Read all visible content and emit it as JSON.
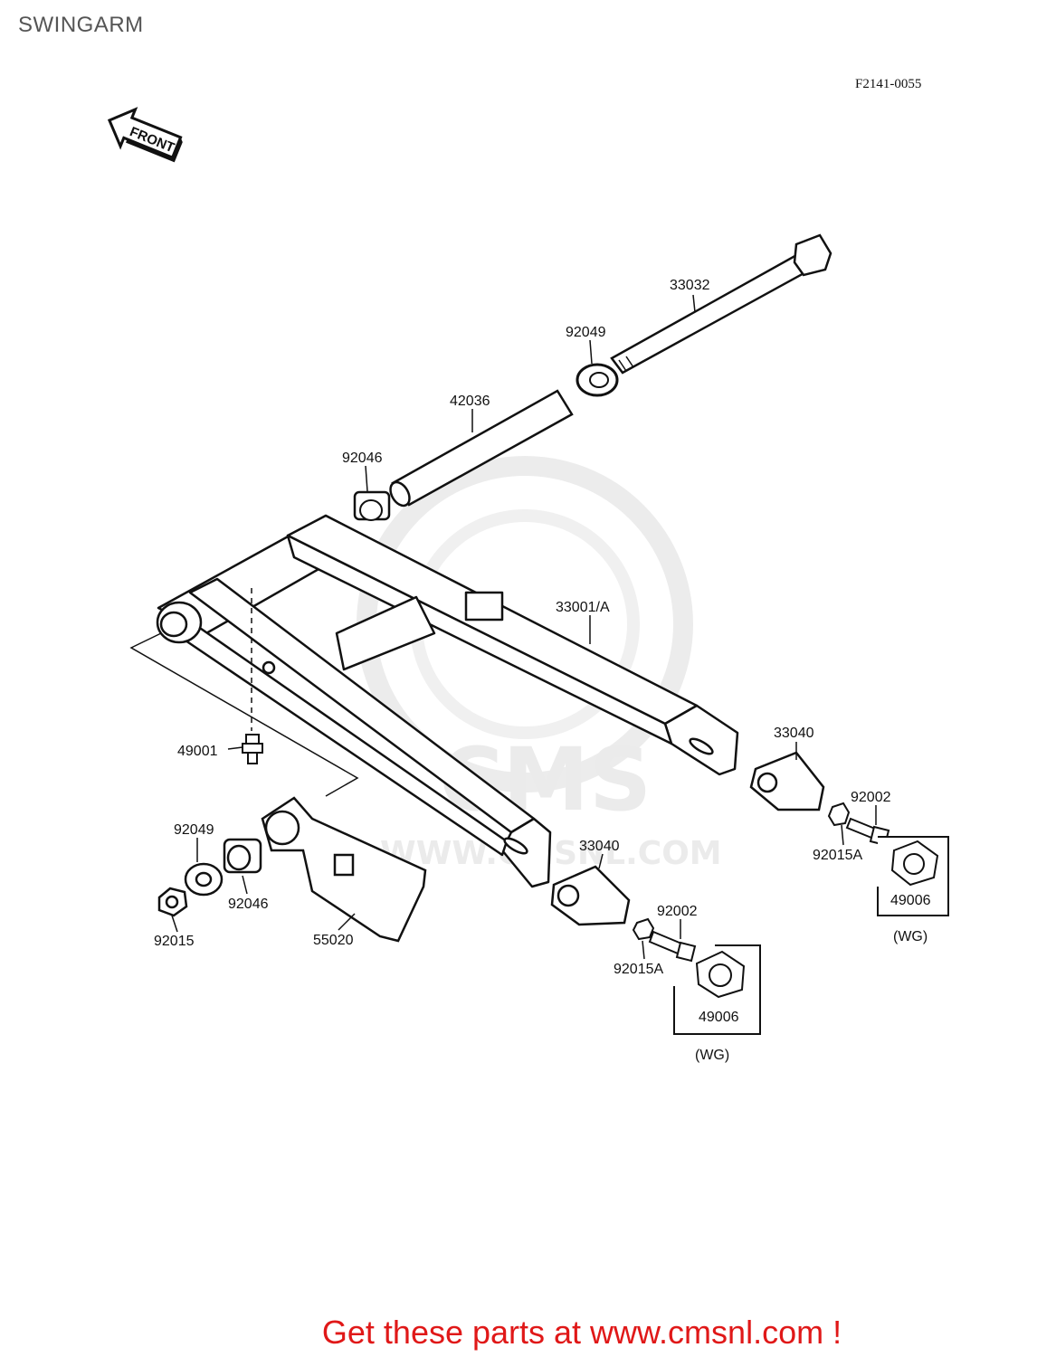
{
  "page": {
    "title": "SWINGARM",
    "figure_code": "F2141-0055",
    "footer_text": "Get these parts at www.cmsnl.com !"
  },
  "diagram": {
    "front_arrow_label": "FRONT",
    "watermark_text": "CMS",
    "watermark_url": "WWW.CMSNL.COM",
    "part_labels": {
      "p33032": "33032",
      "p92049_top": "92049",
      "p42036": "42036",
      "p92046_top": "92046",
      "p33001a": "33001/A",
      "p49001": "49001",
      "p33040_right": "33040",
      "p92002_right": "92002",
      "p92015a_right": "92015A",
      "p49006_right": "49006",
      "wg_right": "(WG)",
      "p92049_bottom": "92049",
      "p92046_bottom": "92046",
      "p92015": "92015",
      "p55020": "55020",
      "p33040_left": "33040",
      "p92002_left": "92002",
      "p92015a_left": "92015A",
      "p49006_left": "49006",
      "wg_left": "(WG)"
    }
  }
}
